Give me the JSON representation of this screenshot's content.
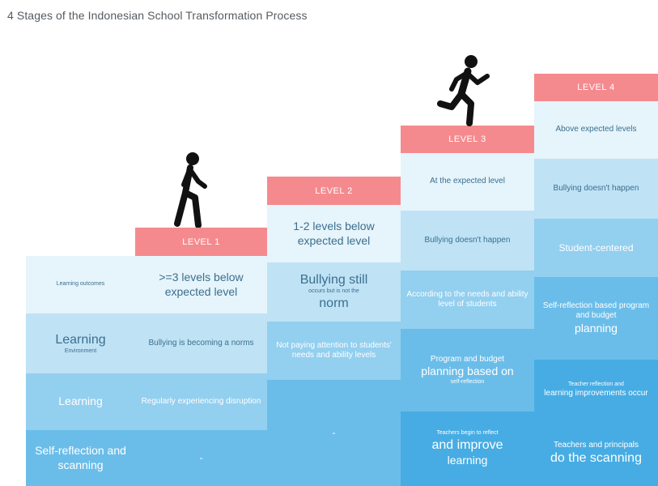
{
  "title": "4 Stages of the Indonesian School Transformation Process",
  "colors": {
    "level_tag": "#f58a8e",
    "row1": "#e6f4fb",
    "row2": "#bfe2f5",
    "row3": "#93cfef",
    "row4": "#6bbde9",
    "row5": "#47ace3",
    "text": "#3b6f8e"
  },
  "icons": {
    "walking": "walking-person-icon",
    "running": "running-person-icon"
  },
  "labels": {
    "r1": "Learning outcomes",
    "r2_main": "Learning",
    "r2_sub": "Environment",
    "r3": "Learning",
    "r4": "Self-reflection and scanning"
  },
  "levels": [
    {
      "tag": "LEVEL 1",
      "r1": ">=3 levels below expected level",
      "r2": "Bullying is becoming a norms",
      "r3": "Regularly experiencing disruption",
      "r4": "-"
    },
    {
      "tag": "LEVEL 2",
      "r1": "1-2 levels below expected level",
      "r2_a": "Bullying still",
      "r2_b": "occurs but is not the",
      "r2_c": "norm",
      "r3": "Not paying attention to students' needs and ability levels",
      "r4": "-"
    },
    {
      "tag": "LEVEL 3",
      "r1": "At the expected level",
      "r2": "Bullying doesn't happen",
      "r3": "According to the needs and ability level of students",
      "r4_a": "Program and budget",
      "r4_b": "planning based on",
      "r4_c": "self-reflection",
      "r5_a": "Teachers begin to reflect",
      "r5_b": "and improve",
      "r5_c": "learning"
    },
    {
      "tag": "LEVEL 4",
      "r1": "Above expected levels",
      "r2": "Bullying doesn't happen",
      "r3": "Student-centered",
      "r4_a": "Self-reflection based program and budget",
      "r4_b": "planning",
      "r5_a": "Teacher reflection and",
      "r5_b": "learning improvements occur",
      "r6_a": "Teachers and principals",
      "r6_b": "do the scanning"
    }
  ]
}
